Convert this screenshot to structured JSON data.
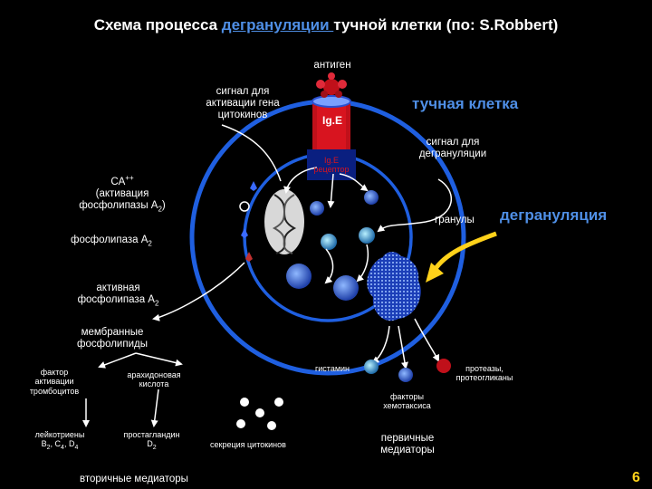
{
  "title": {
    "prefix": "Схема процесса ",
    "link": "дегрануляции ",
    "suffix": "тучной клетки (по: S.Robbert)"
  },
  "labels": {
    "antigen": "антиген",
    "signal_gene_1": "сигнал для",
    "signal_gene_2": "активации гена",
    "signal_gene_3": "цитокинов",
    "mast_cell": "тучная клетка",
    "ige": "Ig.E",
    "ige_receptor_1": "Ig.E",
    "ige_receptor_2": "рецептор",
    "signal_degran_1": "сигнал для",
    "signal_degran_2": "дегрануляции",
    "ca_1": "CA",
    "ca_sup": "++",
    "ca_2": "(активация",
    "ca_3": "фосфолипазы A",
    "ca_3_sub": "2",
    "ca_3_end": ")",
    "granules": "гранулы",
    "degranulation": "дегрануляция",
    "phospholipase": "фосфолипаза A",
    "phospholipase_sub": "2",
    "active_pl_1": "активная",
    "active_pl_2": "фосфолипаза A",
    "active_pl_sub": "2",
    "membrane_1": "мембранные",
    "membrane_2": "фосфолипиды",
    "paf_1": "фактор",
    "paf_2": "активации",
    "paf_3": "тромбоцитов",
    "arachidonic_1": "арахидоновая",
    "arachidonic_2": "кислота",
    "histamine": "гистамин",
    "proteases_1": "протеазы,",
    "proteases_2": "протеогликаны",
    "chemotaxis_1": "факторы",
    "chemotaxis_2": "хемотаксиса",
    "leuko_1": "лейкотриены",
    "leuko_2": "B",
    "leuko_2_sub": "2",
    "leuko_3": ", C",
    "leuko_3_sub": "4",
    "leuko_4": ", D",
    "leuko_4_sub": "4",
    "prosta_1": "простагландин",
    "prosta_2": "D",
    "prosta_2_sub": "2",
    "cytokine_secretion": "секреция цитокинов",
    "primary_1": "первичные",
    "primary_2": "медиаторы",
    "secondary": "вторичные медиаторы",
    "page_number": "6"
  },
  "colors": {
    "membrane_blue": "#1f5fe0",
    "arrow_yellow": "#ffd21a",
    "ige_red": "#c0101a",
    "title_link": "#4f8fe6",
    "page_number": "#ffd21a"
  }
}
